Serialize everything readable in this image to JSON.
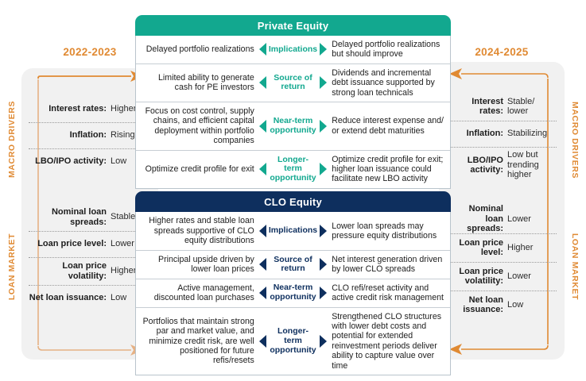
{
  "colors": {
    "orange": "#E08A33",
    "teal": "#12A88F",
    "navy": "#0E2F5E",
    "panel_gray": "#F1F1F1",
    "card_border": "#b9c4cc"
  },
  "timeline": {
    "left_year": "2022-2023",
    "right_year": "2024-2025"
  },
  "side_labels": {
    "macro_drivers": "MACRO DRIVERS",
    "loan_market": "LOAN MARKET"
  },
  "left_panel": {
    "macro_drivers": [
      {
        "key": "Interest rates:",
        "value": "Higher"
      },
      {
        "key": "Inflation:",
        "value": "Rising"
      },
      {
        "key": "LBO/IPO activity:",
        "value": "Low"
      }
    ],
    "loan_market": [
      {
        "key": "Nominal loan spreads:",
        "value": "Stable"
      },
      {
        "key": "Loan price level:",
        "value": "Lower"
      },
      {
        "key": "Loan price volatility:",
        "value": "Higher"
      },
      {
        "key": "Net loan issuance:",
        "value": "Low"
      }
    ]
  },
  "right_panel": {
    "macro_drivers": [
      {
        "key": "Interest rates:",
        "value": "Stable/ lower"
      },
      {
        "key": "Inflation:",
        "value": "Stabilizing"
      },
      {
        "key": "LBO/IPO activity:",
        "value": "Low but trending higher"
      }
    ],
    "loan_market": [
      {
        "key": "Nominal loan spreads:",
        "value": "Lower"
      },
      {
        "key": "Loan price level:",
        "value": "Higher"
      },
      {
        "key": "Loan price volatility:",
        "value": "Lower"
      },
      {
        "key": "Net loan issuance:",
        "value": "Low"
      }
    ]
  },
  "cards": [
    {
      "title": "Private Equity",
      "accent": "#12A88F",
      "rows": [
        {
          "left": "Delayed portfolio realizations",
          "label": "Implications",
          "right": "Delayed portfolio realizations but should improve"
        },
        {
          "left": "Limited ability to generate cash for PE investors",
          "label": "Source of return",
          "right": "Dividends and incremental debt issuance supported by strong loan technicals"
        },
        {
          "left": "Focus on cost control, supply chains, and efficient capital deployment within portfolio companies",
          "label": "Near-term opportunity",
          "right": "Reduce interest expense and/ or extend debt maturities"
        },
        {
          "left": "Optimize credit profile for exit",
          "label": "Longer-term opportunity",
          "right": "Optimize credit profile for exit; higher loan issuance could facilitate new LBO activity"
        }
      ]
    },
    {
      "title": "CLO Equity",
      "accent": "#0E2F5E",
      "rows": [
        {
          "left": "Higher rates and stable loan spreads supportive of CLO equity distributions",
          "label": "Implications",
          "right": "Lower loan spreads may pressure equity distributions"
        },
        {
          "left": "Principal upside driven by lower loan prices",
          "label": "Source of return",
          "right": "Net interest generation driven by lower CLO spreads"
        },
        {
          "left": "Active management, discounted loan purchases",
          "label": "Near-term opportunity",
          "right": "CLO refi/reset activity and active credit risk management"
        },
        {
          "left": "Portfolios that maintain strong par and market value, and minimize credit risk, are well positioned for future refis/resets",
          "label": "Longer-term opportunity",
          "right": "Strengthened CLO structures with lower debt costs and potential for extended reinvestment periods deliver ability to capture value over time"
        }
      ]
    }
  ]
}
